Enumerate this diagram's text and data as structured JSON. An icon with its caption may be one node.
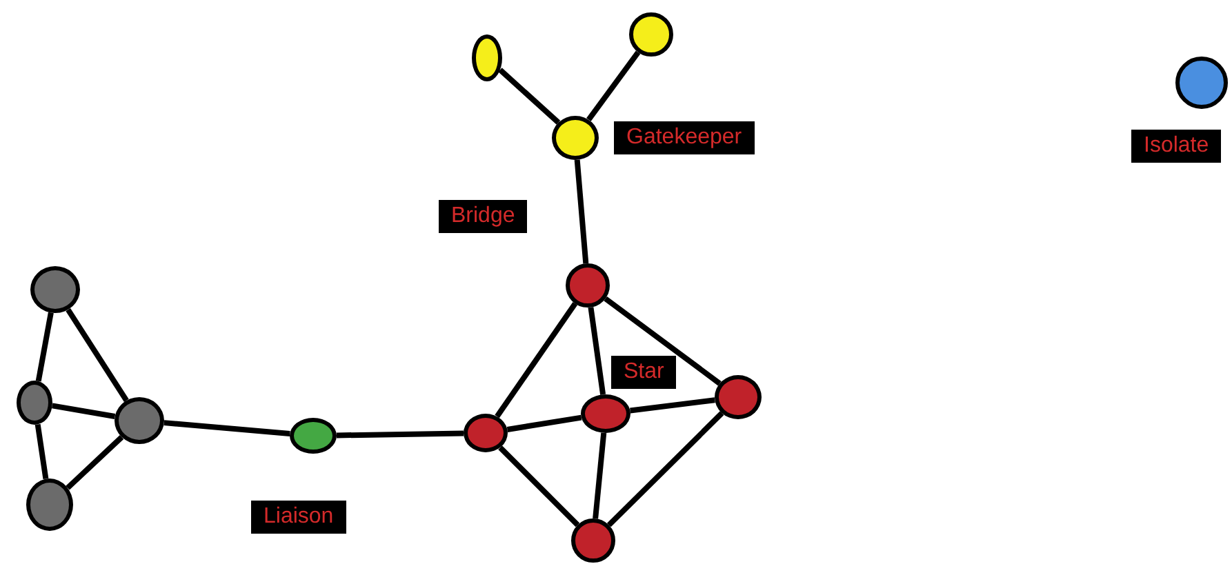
{
  "diagram": {
    "nodes": [
      {
        "text": [],
        "shape": "circle"
      },
      {
        "text": [],
        "shape": "circle"
      },
      {
        "text": [],
        "shape": "circle"
      },
      {
        "text": [],
        "shape": "circle"
      },
      {
        "text": [],
        "shape": "circle"
      },
      {
        "text": [],
        "shape": "circle"
      },
      {
        "text": [],
        "shape": "circle"
      },
      {
        "text": [],
        "shape": "circle"
      },
      {
        "text": [],
        "shape": "circle"
      },
      {
        "text": [],
        "shape": "circle"
      },
      {
        "text": [],
        "shape": "circle"
      },
      {
        "text": [],
        "shape": "circle"
      },
      {
        "text": [],
        "shape": "circle"
      },
      {
        "text": [],
        "shape": "circle"
      }
    ],
    "edges": [
      {
        "from": 2,
        "to": 0,
        "arrow": "none"
      },
      {
        "from": 2,
        "to": 3,
        "arrow": "none"
      },
      {
        "from": 0,
        "to": 3,
        "arrow": "none"
      },
      {
        "from": 0,
        "to": 1,
        "arrow": "none"
      },
      {
        "from": 1,
        "to": 3,
        "arrow": "none"
      },
      {
        "from": 3,
        "to": 4,
        "arrow": "none"
      },
      {
        "from": 4,
        "to": 5,
        "arrow": "none"
      },
      {
        "from": 6,
        "to": 7,
        "arrow": "none"
      },
      {
        "from": 11,
        "to": 7,
        "arrow": "none"
      },
      {
        "from": 7,
        "to": 8,
        "arrow": "none"
      },
      {
        "from": 8,
        "to": 5,
        "arrow": "none"
      },
      {
        "from": 8,
        "to": 10,
        "arrow": "none"
      },
      {
        "from": 8,
        "to": 12,
        "arrow": "none"
      },
      {
        "from": 5,
        "to": 10,
        "arrow": "none"
      },
      {
        "from": 10,
        "to": 12,
        "arrow": "none"
      },
      {
        "from": 5,
        "to": 9,
        "arrow": "none"
      },
      {
        "from": 10,
        "to": 9,
        "arrow": "none"
      },
      {
        "from": 12,
        "to": 9,
        "arrow": "none"
      }
    ],
    "labels": [
      "Gatekeeper",
      "Isolate",
      "Bridge",
      "Star",
      "Liaison"
    ]
  }
}
